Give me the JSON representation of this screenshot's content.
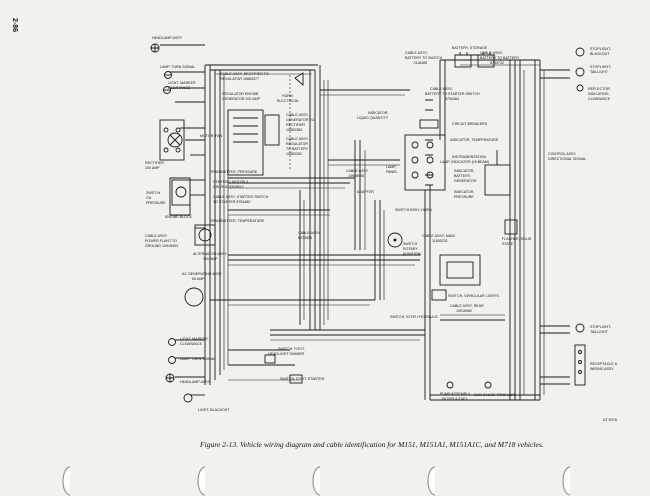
{
  "page_number": "2-86",
  "caption": "Figure 2-13. Vehicle wiring diagram and cable identification for M151, M151A1, M151A1C, and M718 vehicles.",
  "reference_code": "AT 9076",
  "colors": {
    "paper": "#f3f1ec",
    "ink": "#1a1a1a",
    "binder_hole": "#ffffff"
  },
  "labels": {
    "headlamp_top": "HEADLAMP ASSY",
    "lamp_turn_top": "LAMP, TURN SIGNAL",
    "light_marker_top_1": "LIGHT, MARKER",
    "light_marker_top_2": "CLEARANCE",
    "cable_rectifier_1": "CABLE ASSY, RECTIFIER TO",
    "cable_rectifier_2": "REGULATOR 10883377",
    "regulator_1": "REGULATOR ENGINE",
    "regulator_2": "GENERATOR 100 AMP",
    "horn_1": "HORN",
    "horn_2": "ELECTRICAL",
    "cable_gen_reg_1": "CABLE ASSY,",
    "cable_gen_reg_2": "GENERATOR TO",
    "cable_gen_reg_3": "RECTIFIER",
    "cable_gen_reg_4": "10883383",
    "motor_fan": "MOTOR, FAN",
    "cable_reg_batt_1": "CABLE ASSY,",
    "cable_reg_batt_2": "REGULATOR",
    "cable_reg_batt_3": "TO BATTERY",
    "cable_reg_batt_4": "10883381",
    "rectifier_1": "RECTIFIER",
    "rectifier_2": "100 AMP",
    "transmitter_pressure": "TRANSMITTER, PRESSURE",
    "starting_motor_1": "STARTING MOTOR &",
    "starting_motor_2": "DRIVE ASSEMBLY",
    "switch_oil_1": "SWITCH",
    "switch_oil_2": "OIL",
    "switch_oil_3": "PRESSURE",
    "cable_starter_1": "CABLE ASSY, STARTER SWITCH",
    "cable_starter_2": "TO STARTER  8754482",
    "engine_block": "ENGINE BLOCK",
    "transmitter_temp": "TRANSMITTER, TEMPERATURE",
    "cable_power_1": "CABLE ASSY",
    "cable_power_2": "POWER PLANT TO",
    "cable_power_3": "GROUND   10916993",
    "alternator_1": "ALTERNATOR ASSY",
    "alternator_2": "100 AMP",
    "battery_storage": "BATTERY, STORAGE",
    "cable_batt_sw_1": "CABLE ASSY,",
    "cable_batt_sw_2": "BATTERY TO SWITCH",
    "cable_batt_sw_3": "7418485",
    "cable_batt_batt_1": "CABLE ASSY,",
    "cable_batt_batt_2": "BATTERY TO BATTERY",
    "cable_batt_batt_3": "8754732",
    "cable_batt_starter_1": "CABLE ASSY,",
    "cable_batt_starter_2": "BATTERY TO STARTER SWITCH",
    "cable_batt_starter_3": "8754484",
    "circuit_breakers": "CIRCUIT BREAKERS",
    "indicator_liquid_1": "INDICATOR,",
    "indicator_liquid_2": "LIQUID QUANTITY",
    "indicator_temp": "INDICATOR, TEMPERATURE",
    "instrumentation_1": "INSTRUMENTATION",
    "instrumentation_2": "LAMP, INDICATOR (HI-BEAM)",
    "lamp_panel_1": "LAMP,",
    "lamp_panel_2": "PANEL",
    "indicator_battery_1": "INDICATOR,",
    "indicator_battery_2": "BATTERY-",
    "indicator_battery_3": "GENERATOR",
    "indicator_pressure_1": "INDICATOR,",
    "indicator_pressure_2": "PRESSURE",
    "cable_10928995_1": "CABLE ASSY",
    "cable_10928995_2": "10928995",
    "adapter": "ADAPTER",
    "switch_assy_horn": "SWITCH ASSY, HORN",
    "cable_main_1": "CABLE ASSY,",
    "cable_main_2": "8723655",
    "switch_rotary_1": "SWITCH",
    "switch_rotary_2": "ROTARY",
    "switch_rotary_3": "(IGNITION)",
    "cable_assy_main_1": "CABLE ASSY, MAIN",
    "cable_assy_main_2": "11600231",
    "control_dir_1": "CONTROL ASSY,",
    "control_dir_2": "DIRECTIONAL SIGNAL",
    "flasher_1": "FLASHER, SOLID",
    "flasher_2": "STATE",
    "stoplight_blackout_1": "STOPLIGHT-",
    "stoplight_blackout_2": "BLACKOUT",
    "stoplight_taillight_top_1": "STOPLIGHT-",
    "stoplight_taillight_top_2": "TAILLIGHT",
    "reflector_1": "REFLECTOR,",
    "reflector_2": "INDICATING,",
    "reflector_3": "CLEARANCE",
    "ac_gen_1": "AC GENERATING ASSY",
    "ac_gen_2": "60 AMP",
    "switch_vehicular": "SWITCH, VEHICULAR LIGHTS",
    "switch_stop": "SWITCH, STOP, HYDRAULIC",
    "cable_rear_1": "CABLE ASSY, REAR",
    "cable_rear_2": "10916982",
    "light_marker_bot_1": "LIGHT, MARKER,",
    "light_marker_bot_2": "CLEARANCE",
    "lamp_turn_bot": "LAMP, TURN SIGNAL",
    "switch_foot_dimmer_1": "SWITCH, FOOT,",
    "switch_foot_dimmer_2": "HEADLIGHT DIMMER",
    "headlamp_bot": "HEADLAMP ASSY",
    "switch_foot_starter": "SWITCH, FOOT, STARTER",
    "light_blackout": "LIGHT, BLACKOUT",
    "pump_1": "PUMP ASSEMBLY,",
    "pump_2": "FILTER & FUEL",
    "gas_gauge": "GAS GAUGE-TANK UNIT",
    "stoplight_taillight_bot_1": "STOPLIGHT-",
    "stoplight_taillight_bot_2": "TAILLIGHT",
    "receptacle_1": "RECEPTACLE &",
    "receptacle_2": "WIRING ASSY"
  }
}
